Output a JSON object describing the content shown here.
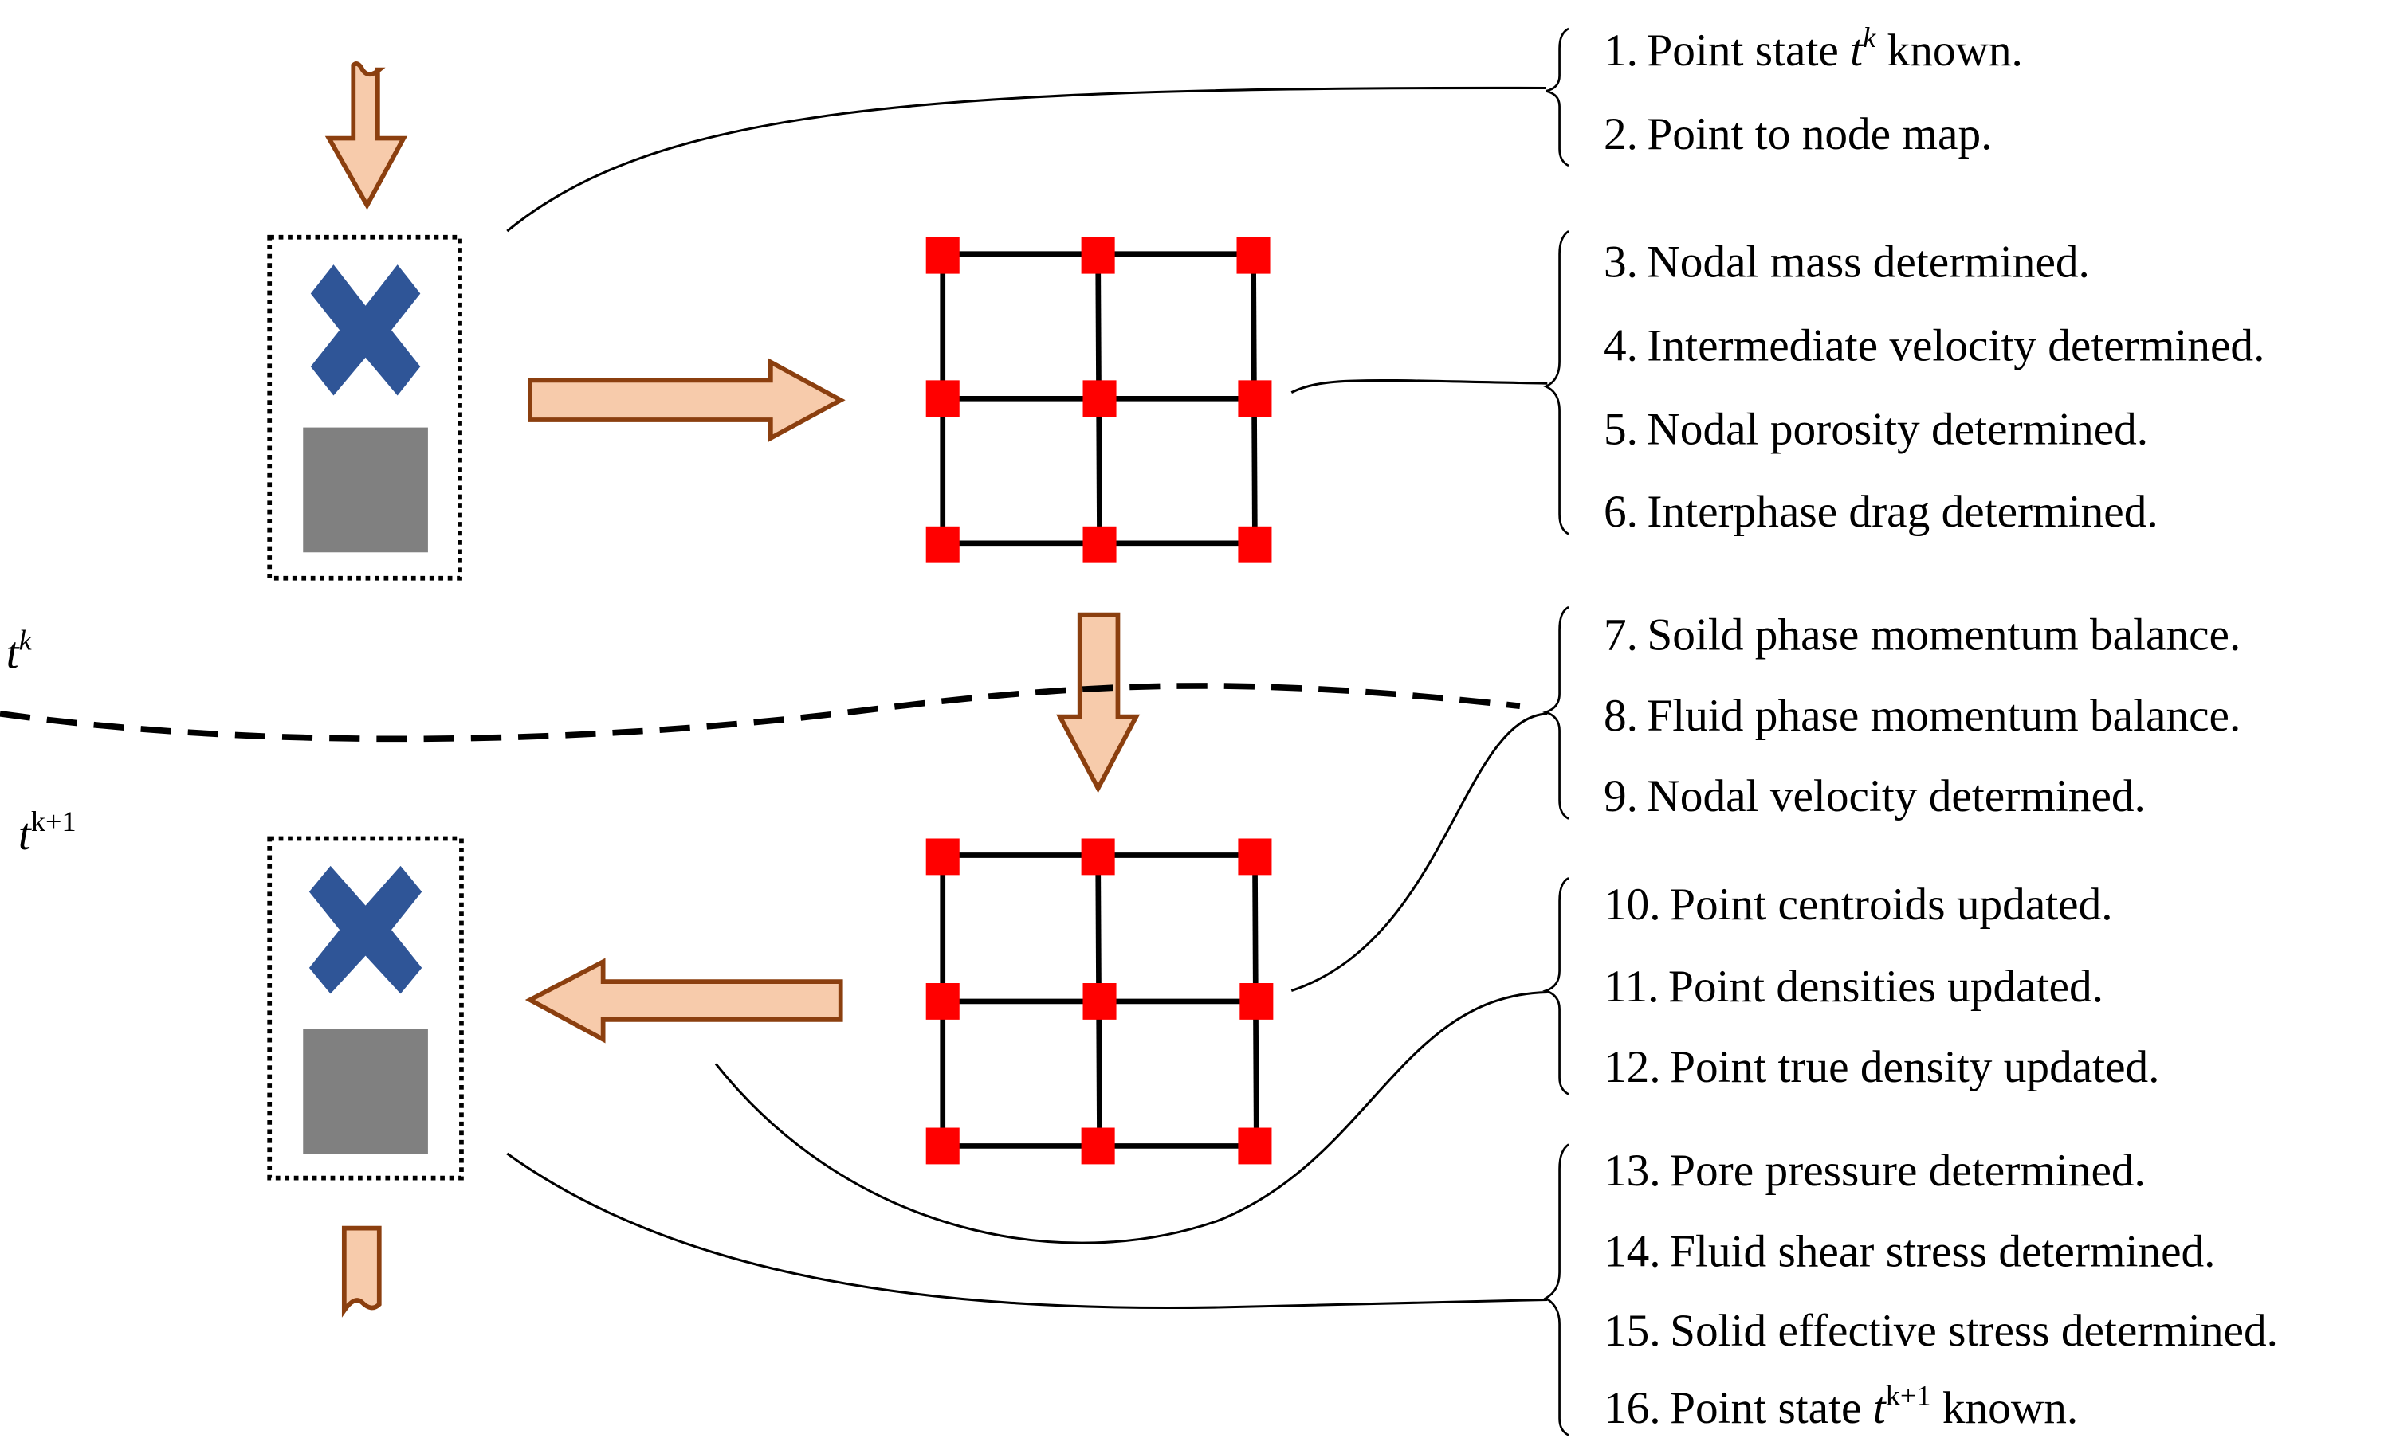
{
  "diagram": {
    "title": "Two-phase material point method time step workflow",
    "time_labels": {
      "current": {
        "base": "t",
        "sup": "k"
      },
      "next": {
        "base": "t",
        "sup": "k+1"
      }
    },
    "colors": {
      "arrow_fill": "#f7cbab",
      "arrow_stroke": "#8b3f0f",
      "node": "#ff0000",
      "solid_point_cross": "#2f5597",
      "fluid_point_square": "#808080"
    },
    "step_groups": [
      {
        "id": "group-1",
        "steps": [
          {
            "num": "1.",
            "text": "Point state ",
            "math": {
              "base": "t",
              "sup": "k"
            },
            "after": " known."
          },
          {
            "num": "2.",
            "text": "Point to node map."
          }
        ]
      },
      {
        "id": "group-2",
        "steps": [
          {
            "num": "3.",
            "text": "Nodal mass determined."
          },
          {
            "num": "4.",
            "text": "Intermediate velocity determined."
          },
          {
            "num": "5.",
            "text": "Nodal porosity determined."
          },
          {
            "num": "6.",
            "text": "Interphase drag determined."
          }
        ]
      },
      {
        "id": "group-3",
        "steps": [
          {
            "num": "7.",
            "text": "Soild phase momentum balance."
          },
          {
            "num": "8.",
            "text": "Fluid phase momentum balance."
          },
          {
            "num": "9.",
            "text": "Nodal velocity determined."
          }
        ]
      },
      {
        "id": "group-4",
        "steps": [
          {
            "num": "10.",
            "text": "Point centroids updated."
          },
          {
            "num": "11.",
            "text": "Point densities updated."
          },
          {
            "num": "12.",
            "text": "Point true density updated."
          }
        ]
      },
      {
        "id": "group-5",
        "steps": [
          {
            "num": "13.",
            "text": "Pore pressure determined."
          },
          {
            "num": "14.",
            "text": "Fluid shear stress determined."
          },
          {
            "num": "15.",
            "text": "Solid effective stress determined."
          },
          {
            "num": "16.",
            "text": "Point state ",
            "math": {
              "base": "t",
              "sup": "k+1"
            },
            "after": " known."
          }
        ]
      }
    ]
  }
}
